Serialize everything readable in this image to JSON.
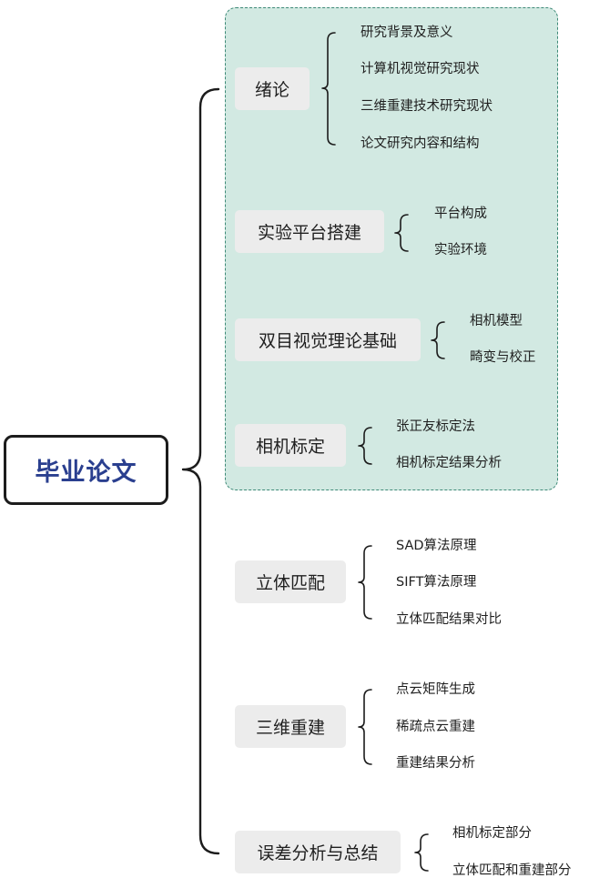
{
  "root": {
    "label": "毕业论文"
  },
  "branches": [
    {
      "label": "绪论",
      "children": [
        "研究背景及意义",
        "计算机视觉研究现状",
        "三维重建技术研究现状",
        "论文研究内容和结构"
      ]
    },
    {
      "label": "实验平台搭建",
      "children": [
        "平台构成",
        "实验环境"
      ]
    },
    {
      "label": "双目视觉理论基础",
      "children": [
        "相机模型",
        "畸变与校正"
      ]
    },
    {
      "label": "相机标定",
      "children": [
        "张正友标定法",
        "相机标定结果分析"
      ]
    },
    {
      "label": "立体匹配",
      "children": [
        "SAD算法原理",
        "SIFT算法原理",
        "立体匹配结果对比"
      ]
    },
    {
      "label": "三维重建",
      "children": [
        "点云矩阵生成",
        "稀疏点云重建",
        "重建结果分析"
      ]
    },
    {
      "label": "误差分析与总结",
      "children": [
        "相机标定部分",
        "立体匹配和重建部分"
      ]
    }
  ],
  "colors": {
    "group_fill": "#d2e9e2",
    "group_border": "#3f8a78",
    "root_text": "#2a3f8f",
    "node_fill": "#ececec",
    "line": "#1c1c1c"
  }
}
